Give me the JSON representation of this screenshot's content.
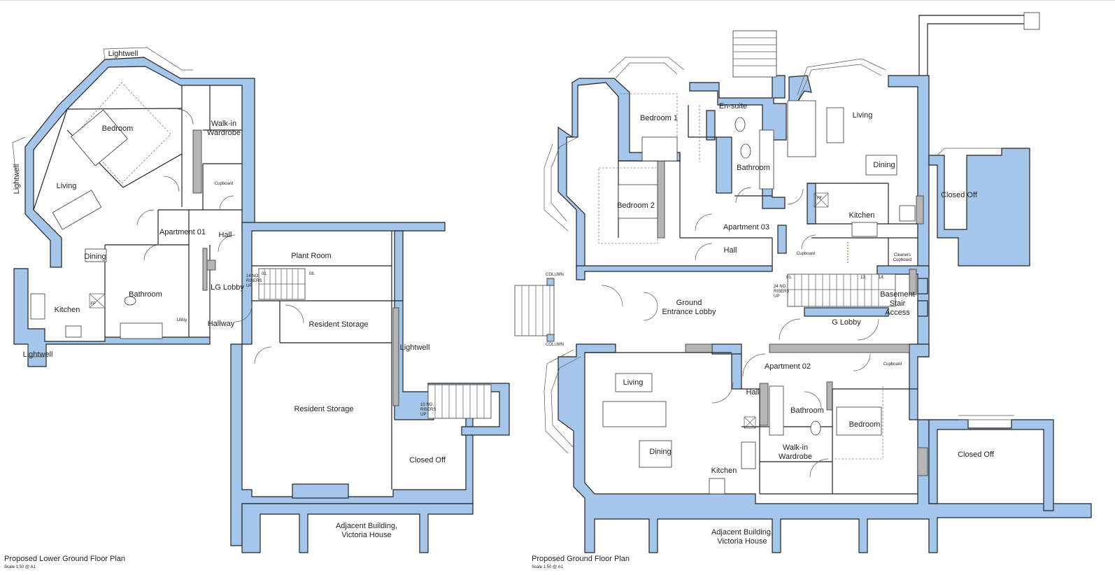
{
  "lower": {
    "rooms": {
      "lightwell_top": "Lightwell",
      "lightwell_left": "Lightwell",
      "lightwell_bottom": "Lightwell",
      "bedroom": "Bedroom",
      "walkin_1": "Walk-in",
      "walkin_2": "Wardrobe",
      "cupboard": "Cupboard",
      "living": "Living",
      "apartment": "Apartment 01",
      "hall": "Hall",
      "dining": "Dining",
      "bathroom": "Bathroom",
      "kitchen": "Kitchen",
      "ff": "FF",
      "utility": "Utility",
      "lg_lobby": "LG Lobby",
      "hallway": "Hallway",
      "plant_room": "Plant Room",
      "risers_1": "14 NO.",
      "risers_2": "RISERS",
      "risers_3": "UP",
      "step_01": "01.",
      "step_08": "08.",
      "res_storage_1": "Resident Storage",
      "res_storage_2": "Resident Storage",
      "lightwell_right": "Lightwell",
      "risers10_1": "10 NO.",
      "risers10_2": "RISERS",
      "risers10_3": "UP",
      "closed_off": "Closed Off",
      "adjacent_1": "Adjacent Building,",
      "adjacent_2": "Victoria House"
    },
    "caption": "Proposed Lower Ground Floor Plan",
    "scale": "Scale 1:50 @ A1"
  },
  "ground": {
    "rooms": {
      "ensuite": "En-suite",
      "bedroom1": "Bedroom 1",
      "living_top": "Living",
      "bathroom_top": "Bathroom",
      "dining_top": "Dining",
      "bedroom2": "Bedroom 2",
      "closed_off_top": "Closed Off",
      "ff_top": "FF",
      "kitchen_top": "Kitchen",
      "apartment03": "Apartment 03",
      "hall_top": "Hall",
      "cupboard_top": "Cupboard",
      "cleaners_1": "Cleaners",
      "cleaners_2": "Cupboard",
      "column_top": "COLUMN",
      "column_bottom": "COLUMN",
      "ground_1": "Ground",
      "ground_2": "Entrance Lobby",
      "risers24_1": "24 NO.",
      "risers24_2": "RISERS",
      "risers24_3": "UP",
      "step_01": "01.",
      "step_13": "13.",
      "step_14": "14.",
      "basement_1": "Basement",
      "basement_2": "Stair",
      "basement_3": "Access",
      "g_lobby": "G Lobby",
      "apartment02": "Apartment 02",
      "cupboard_mid": "Cupboard",
      "living_bottom": "Living",
      "hall_bottom": "Hall",
      "bathroom_bottom": "Bathroom",
      "bedroom_bottom": "Bedroom",
      "dining_bottom": "Dining",
      "walkin_1": "Walk-in",
      "walkin_2": "Wardrobe",
      "kitchen_bottom": "Kitchen",
      "closed_off_bottom": "Closed Off",
      "adjacent_1": "Adjacent Building,",
      "adjacent_2": "Victoria House"
    },
    "caption": "Proposed Ground Floor Plan",
    "scale": "Scale 1:50 @ A1"
  },
  "colors": {
    "wall": "#a4c6ea",
    "partition": "#b5b5b5",
    "line": "#222222"
  }
}
